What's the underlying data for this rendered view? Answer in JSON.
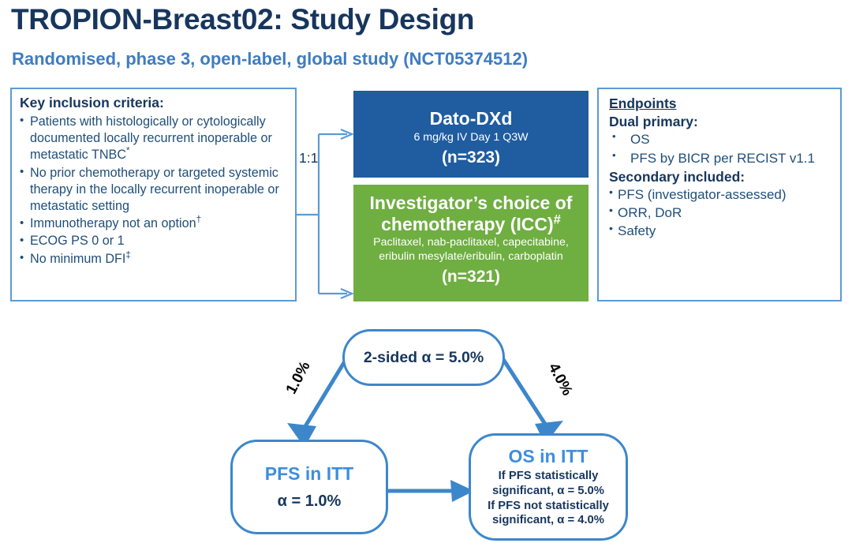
{
  "header": {
    "title": "TROPION-Breast02: Study Design",
    "subtitle": "Randomised, phase 3, open-label, global study (NCT05374512)",
    "title_color": "#17365D",
    "subtitle_color": "#3E7CC0"
  },
  "criteria": {
    "heading": "Key inclusion criteria:",
    "items": [
      "Patients with histologically or cytologically documented locally recurrent inoperable or metastatic TNBC*",
      "No prior chemotherapy or targeted systemic therapy in the locally recurrent inoperable or metastatic setting",
      "Immunotherapy not an option†",
      "ECOG PS 0 or 1",
      "No minimum DFI‡"
    ]
  },
  "randomisation": {
    "ratio_label": "1:1",
    "connector_color": "#5B9BD5"
  },
  "arms": [
    {
      "id": "dato-dxd",
      "title": "Dato-DXd",
      "subtitle": "6 mg/kg IV Day 1 Q3W",
      "n_label": "(n=323)",
      "n_value": 323,
      "color": "#1F5CA0"
    },
    {
      "id": "icc",
      "title": "Investigator’s choice of chemotherapy (ICC)#",
      "subtitle": "Paclitaxel, nab-paclitaxel, capecitabine, eribulin mesylate/eribulin, carboplatin",
      "n_label": "(n=321)",
      "n_value": 321,
      "color": "#6FAE41"
    }
  ],
  "endpoints": {
    "title": "Endpoints",
    "primary_heading": "Dual primary:",
    "primary_items": [
      "OS",
      "PFS by BICR per RECIST v1.1"
    ],
    "secondary_heading": "Secondary included:",
    "secondary_items": [
      "PFS (investigator-assessed)",
      "ORR, DoR",
      "Safety"
    ]
  },
  "alpha_flow": {
    "top_box": "2-sided α = 5.0%",
    "left_branch_label": "1.0%",
    "right_branch_label": "4.0%",
    "pfs_box": {
      "heading": "PFS in ITT",
      "alpha": "α = 1.0%"
    },
    "os_box": {
      "heading": "OS in ITT",
      "line1": "If PFS statistically",
      "line2": "significant, α = 5.0%",
      "line3": "If PFS not statistically",
      "line4": "significant, α = 4.0%"
    },
    "arrow_color": "#3C87CB"
  }
}
